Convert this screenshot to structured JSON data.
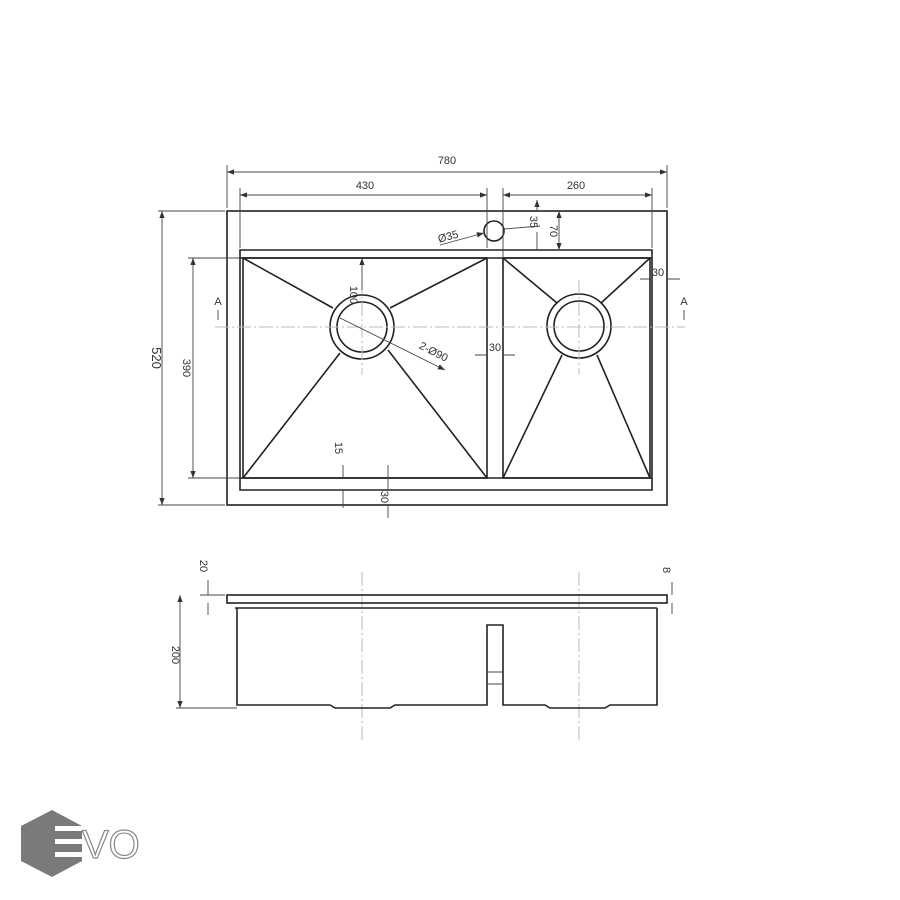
{
  "top_view": {
    "overall_width": "780",
    "left_bowl_width": "430",
    "right_bowl_width": "260",
    "faucet_hole_diameter": "Ø35",
    "faucet_hole_offset": "35",
    "faucet_deck_depth": "70",
    "right_rim": "30",
    "section_left": "A",
    "section_right": "A",
    "overall_depth": "520",
    "bowl_depth": "390",
    "drain_offset": "100",
    "drain_diameter": "2-Ø90",
    "divider_width": "30",
    "bottom_ledge": "15",
    "bottom_rim": "30"
  },
  "side_view": {
    "deck_thickness": "20",
    "bowl_height": "200",
    "lip": "8"
  },
  "logo": {
    "text": "EVO",
    "mark_color": "#7a7a7a"
  }
}
